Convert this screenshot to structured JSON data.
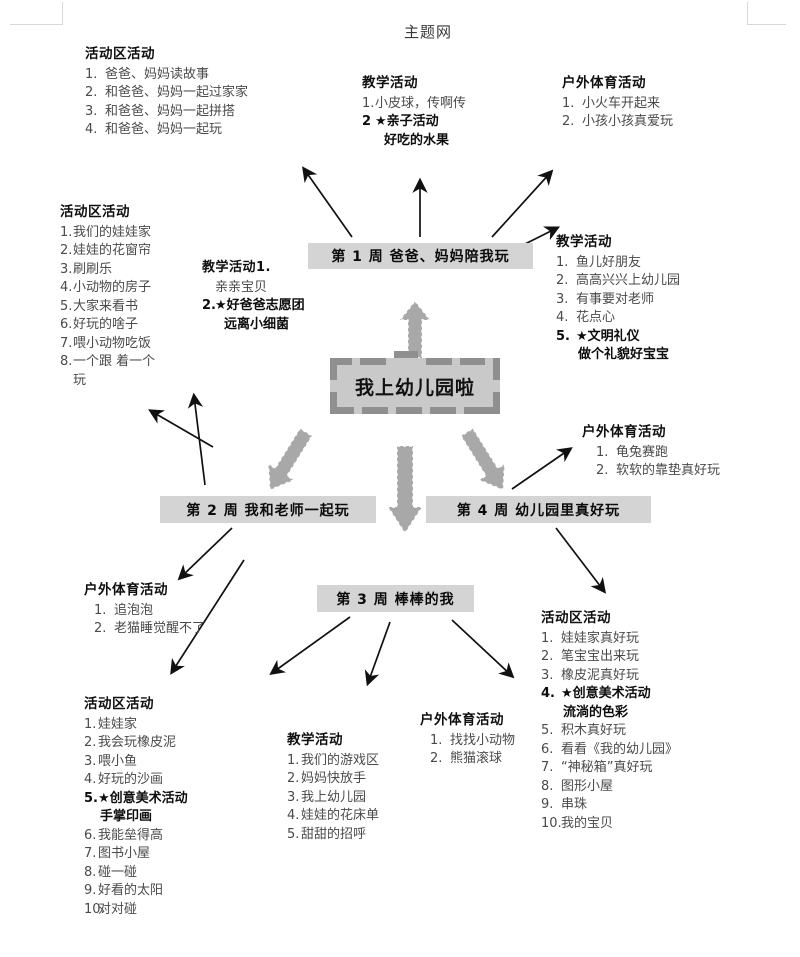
{
  "document": {
    "title": "主题网",
    "center_node": "我上幼儿园啦"
  },
  "weeks": [
    {
      "id": "week1",
      "label": "第 1 周  爸爸、妈妈陪我玩"
    },
    {
      "id": "week2",
      "label": "第 2 周  我和老师一起玩"
    },
    {
      "id": "week3",
      "label": "第 3 周  棒棒的我"
    },
    {
      "id": "week4",
      "label": "第 4 周  幼儿园里真好玩"
    }
  ],
  "groups": {
    "w1_area": {
      "title": "活动区活动",
      "items": [
        {
          "num": "1.",
          "text": "爸爸、妈妈读故事"
        },
        {
          "num": "2.",
          "text": "和爸爸、妈妈一起过家家"
        },
        {
          "num": "3.",
          "text": "和爸爸、妈妈一起拼搭"
        },
        {
          "num": "4.",
          "text": "和爸爸、妈妈一起玩"
        }
      ]
    },
    "w1_teach": {
      "title": "教学活动",
      "items": [
        {
          "num": "1.",
          "text": "小皮球，传啊传"
        },
        {
          "num": "2",
          "text": "★亲子活动",
          "bold": true
        },
        {
          "num": "",
          "text": "好吃的水果",
          "sub": true
        }
      ]
    },
    "w1_sport": {
      "title": "户外体育活动",
      "items": [
        {
          "num": "1.",
          "text": "小火车开起来"
        },
        {
          "num": "2.",
          "text": "小孩小孩真爱玩"
        }
      ]
    },
    "w2_area": {
      "title": "活动区活动",
      "items": [
        {
          "num": "1.",
          "text": "我们的娃娃家"
        },
        {
          "num": "2.",
          "text": "娃娃的花窗帘"
        },
        {
          "num": "3.",
          "text": "刷刷乐"
        },
        {
          "num": "4.",
          "text": "小动物的房子"
        },
        {
          "num": "5.",
          "text": "大家来看书"
        },
        {
          "num": "6.",
          "text": "好玩的啥子"
        },
        {
          "num": "7.",
          "text": "喂小动物吃饭"
        },
        {
          "num": "8.",
          "text": "一个跟 着一个"
        },
        {
          "num": "",
          "text": "玩"
        }
      ]
    },
    "w2_teach": {
      "title": "教学活动1.",
      "items": [
        {
          "num": "",
          "text": "亲亲宝贝"
        },
        {
          "num": "2.",
          "text": "★好爸爸志愿团",
          "bold": true
        },
        {
          "num": "",
          "text": "远离小细菌",
          "sub": true
        }
      ]
    },
    "w2_sport": {
      "title": "户外体育活动",
      "items": [
        {
          "num": "1.",
          "text": "追泡泡"
        },
        {
          "num": "2.",
          "text": "老猫睡觉醒不了"
        }
      ]
    },
    "w2_area2": {
      "title": "活动区活动",
      "items": [
        {
          "num": "1.",
          "text": "娃娃家"
        },
        {
          "num": "2.",
          "text": "我会玩橡皮泥"
        },
        {
          "num": "3.",
          "text": "喂小鱼"
        },
        {
          "num": "4.",
          "text": "好玩的沙画"
        },
        {
          "num": "5.",
          "text": "★创意美术活动",
          "bold": true
        },
        {
          "num": "",
          "text": "手掌印画",
          "sub": true
        },
        {
          "num": "6.",
          "text": "我能垒得高"
        },
        {
          "num": "7.",
          "text": "图书小屋"
        },
        {
          "num": "8.",
          "text": "碰一碰"
        },
        {
          "num": "9.",
          "text": "好看的太阳"
        },
        {
          "num": "10.",
          "text": "对对碰"
        }
      ]
    },
    "w3_teach": {
      "title": "教学活动",
      "items": [
        {
          "num": "1.",
          "text": "我们的游戏区"
        },
        {
          "num": "2.",
          "text": "妈妈快放手"
        },
        {
          "num": "3.",
          "text": "我上幼儿园"
        },
        {
          "num": "4.",
          "text": "娃娃的花床单"
        },
        {
          "num": "5.",
          "text": "甜甜的招呼"
        }
      ]
    },
    "w3_sport": {
      "title": "户外体育活动",
      "items": [
        {
          "num": "1.",
          "text": "找找小动物"
        },
        {
          "num": "2.",
          "text": "熊猫滚球"
        }
      ]
    },
    "w4_teach": {
      "title": "教学活动",
      "items": [
        {
          "num": "1.",
          "text": "鱼儿好朋友"
        },
        {
          "num": "2.",
          "text": "高高兴兴上幼儿园"
        },
        {
          "num": "3.",
          "text": "有事要对老师"
        },
        {
          "num": "4.",
          "text": "花点心"
        },
        {
          "num": "5.",
          "text": "★文明礼仪",
          "bold": true
        },
        {
          "num": "",
          "text": "做个礼貌好宝宝",
          "sub": true
        }
      ]
    },
    "w4_sport": {
      "title": "户外体育活动",
      "items": [
        {
          "num": "1.",
          "text": "龟兔赛跑"
        },
        {
          "num": "2.",
          "text": "软软的靠垫真好玩"
        }
      ]
    },
    "w4_area": {
      "title": "活动区活动",
      "items": [
        {
          "num": "1.",
          "text": "娃娃家真好玩"
        },
        {
          "num": "2.",
          "text": "笔宝宝出来玩"
        },
        {
          "num": "3.",
          "text": "橡皮泥真好玩"
        },
        {
          "num": "4.",
          "text": "★创意美术活动",
          "bold": true
        },
        {
          "num": "",
          "text": "流淌的色彩",
          "sub": true
        },
        {
          "num": "5.",
          "text": "积木真好玩"
        },
        {
          "num": "6.",
          "text": "看看《我的幼儿园》"
        },
        {
          "num": "7.",
          "text": "“神秘箱”真好玩"
        },
        {
          "num": "8.",
          "text": "图形小屋"
        },
        {
          "num": "9.",
          "text": "串珠"
        },
        {
          "num": "10.",
          "text": "我的宝贝"
        }
      ]
    }
  },
  "colors": {
    "box_fill": "#d4d4d4",
    "center_fill": "#c9c9c9",
    "center_frame": "#8f8f8f",
    "block_arrow": "#a8a8a8",
    "line_arrow": "#111111",
    "text": "#4a4a4a",
    "heading": "#0f0f0f"
  }
}
